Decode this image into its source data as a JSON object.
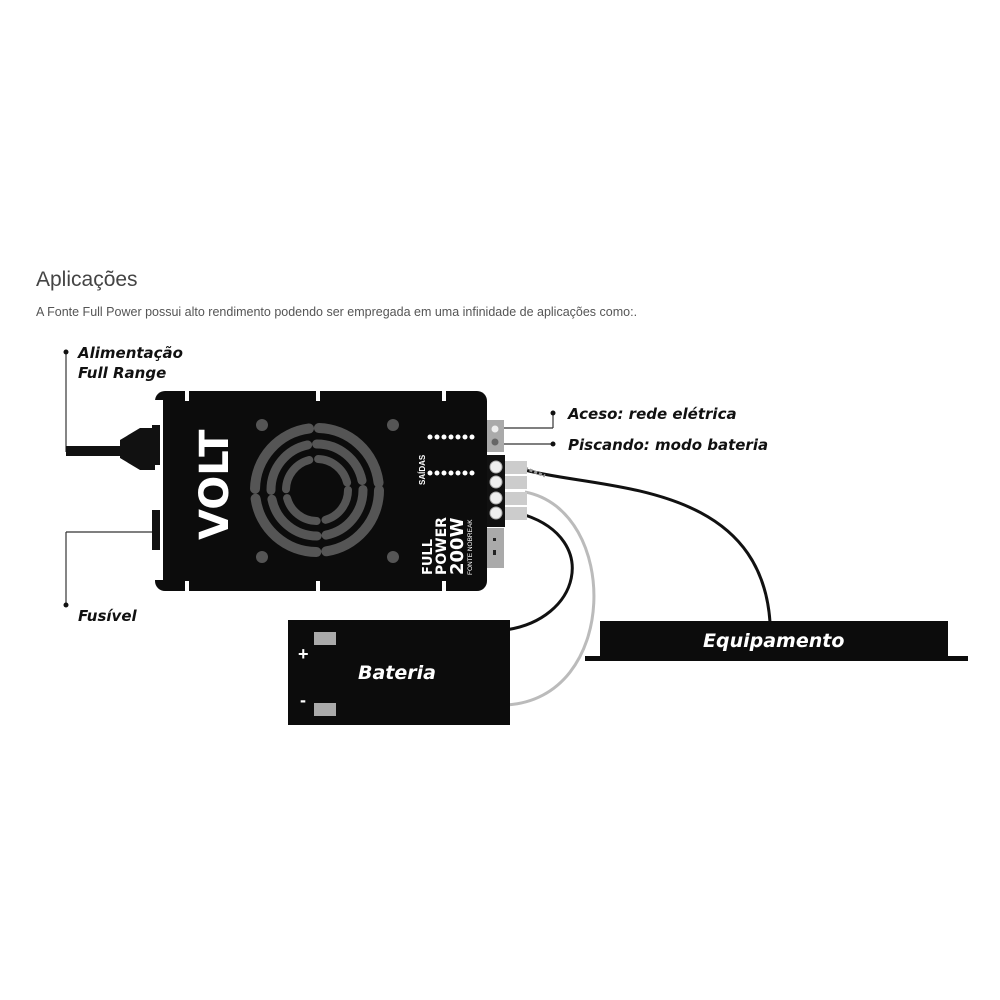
{
  "heading": "Aplicações",
  "description": "A Fonte Full Power possui alto rendimento podendo ser empregada em uma infinidade de aplicações como:.",
  "labels": {
    "power_line1": "Alimentação",
    "power_line2": "Full Range",
    "fuse": "Fusível",
    "led_on": "Aceso: rede elétrica",
    "led_blink": "Piscando: modo bateria",
    "equipment": "Equipamento",
    "battery": "Bateria",
    "plus": "+",
    "minus": "-"
  },
  "device": {
    "brand": "VOLT",
    "outputs_title": "SAÍDAS",
    "model_line1": "FULL",
    "model_line2": "POWER",
    "model_line3": "200W",
    "model_line4": "FONTE NOBREAK"
  }
}
